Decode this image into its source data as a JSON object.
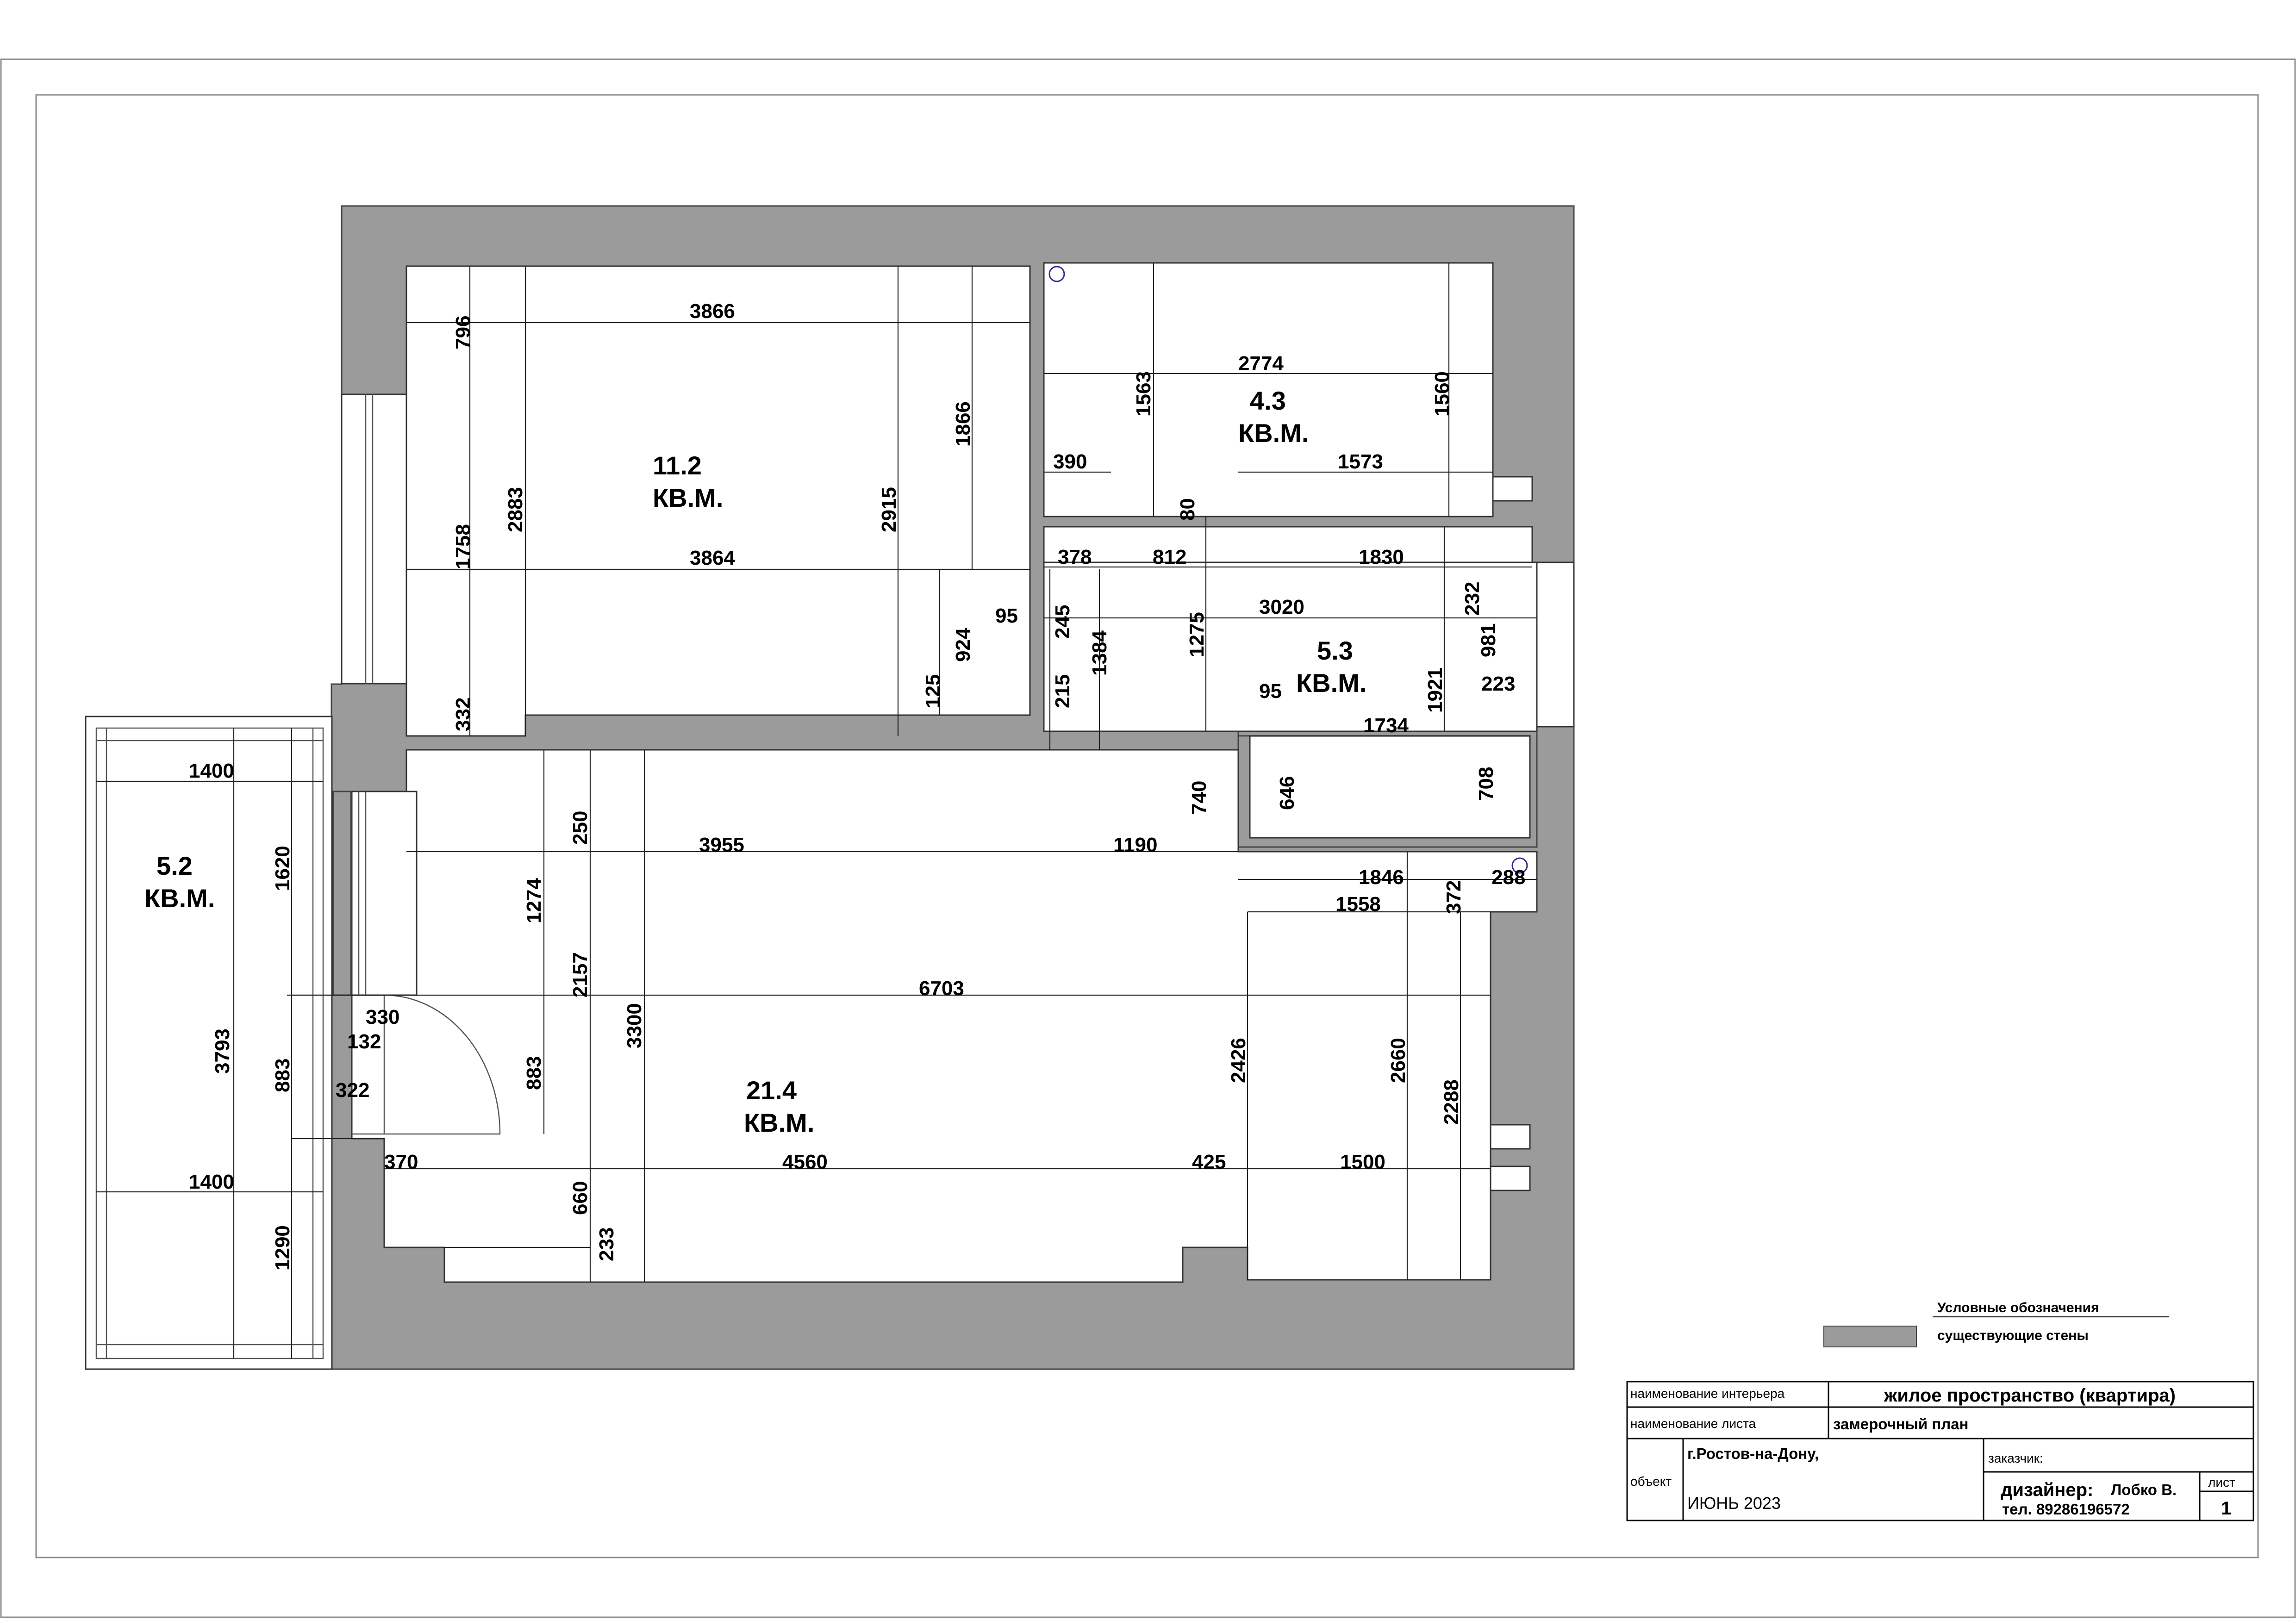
{
  "rooms": [
    {
      "key": "r1",
      "area": "11.2",
      "unit": "КВ.М."
    },
    {
      "key": "r2",
      "area": "4.3",
      "unit": "КВ.М."
    },
    {
      "key": "r3",
      "area": "5.3",
      "unit": "КВ.М."
    },
    {
      "key": "r4",
      "area": "5.2",
      "unit": "КВ.М."
    },
    {
      "key": "r5",
      "area": "21.4",
      "unit": "КВ.М."
    }
  ],
  "dimensions": {
    "d3866": "3866",
    "d796": "796",
    "d2883": "2883",
    "d2915": "2915",
    "d1866": "1866",
    "d1758": "1758",
    "d3864": "3864",
    "d332": "332",
    "d924": "924",
    "d125": "125",
    "d95a": "95",
    "d245": "245",
    "d215": "215",
    "d1384": "1384",
    "d2774": "2774",
    "d1563": "1563",
    "d1560": "1560",
    "d390": "390",
    "d1573": "1573",
    "d80": "80",
    "d378": "378",
    "d812": "812",
    "d1830": "1830",
    "d3020": "3020",
    "d1275": "1275",
    "d232": "232",
    "d981": "981",
    "d1921": "1921",
    "d223": "223",
    "d95b": "95",
    "d1734": "1734",
    "d646": "646",
    "d708": "708",
    "d740": "740",
    "d1400a": "1400",
    "d1620": "1620",
    "d3793": "3793",
    "d883a": "883",
    "d1400b": "1400",
    "d1290": "1290",
    "d250": "250",
    "d1274": "1274",
    "d2157": "2157",
    "d3300": "3300",
    "d3955": "3955",
    "d1190": "1190",
    "d330": "330",
    "d132": "132",
    "d322": "322",
    "d883b": "883",
    "d6703": "6703",
    "d1846": "1846",
    "d372": "372",
    "d288": "288",
    "d1558": "1558",
    "d2426": "2426",
    "d2660": "2660",
    "d2288": "2288",
    "d370": "370",
    "d4560": "4560",
    "d425": "425",
    "d1500": "1500",
    "d660": "660",
    "d233": "233"
  },
  "legend": {
    "title": "Условные обозначения",
    "wall_label": "существующие стены",
    "wall_color": "#9b9b9b"
  },
  "titleblock": {
    "interior_label": "наименование интерьера",
    "interior_value": "жилое пространство (квартира)",
    "sheet_label": "наименование листа",
    "sheet_value": "замерочный план",
    "object_label": "объект",
    "city": "г.Ростов-на-Дону,",
    "date": "ИЮНЬ 2023",
    "customer_label": "заказчик:",
    "designer_label": "дизайнер:",
    "designer_name": "Лобко В.",
    "phone": "тел. 89286196572",
    "sheet_no_label": "лист",
    "sheet_no": "1"
  }
}
